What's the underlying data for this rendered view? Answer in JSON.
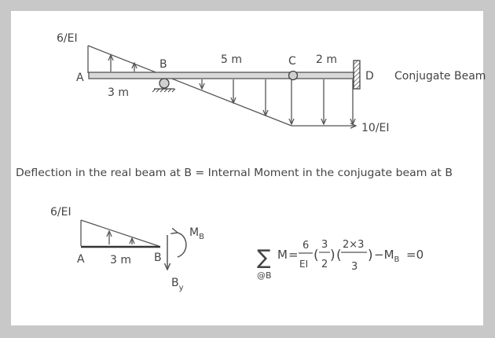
{
  "top_beam": {
    "load_left": "6/EI",
    "point_a": "A",
    "point_b": "B",
    "point_c": "C",
    "point_d": "D",
    "span_ab": "3 m",
    "span_bc": "5 m",
    "span_cd": "2 m",
    "load_right": "10/EI",
    "caption": "Conjugate Beam"
  },
  "statement": "Deflection in the real beam at B = Internal Moment in the conjugate beam at B",
  "free_body": {
    "load": "6/EI",
    "point_a": "A",
    "point_b": "B",
    "span": "3 m",
    "moment_label": "M",
    "moment_sub": "B",
    "shear_label": "B",
    "shear_sub": "y"
  },
  "equation": {
    "sigma": "∑",
    "sum_sub": "@B",
    "lhs": "M",
    "eq": "=",
    "frac1_num": "6",
    "frac1_den": "EI",
    "lp1": "(",
    "frac2_num": "3",
    "frac2_den": "2",
    "rp1": ")",
    "lp2": "(",
    "frac3_num": "2×3",
    "frac3_den": "3",
    "rp2": ")",
    "minus_m": "−M",
    "m_sub": "B",
    "rhs": "=0"
  }
}
